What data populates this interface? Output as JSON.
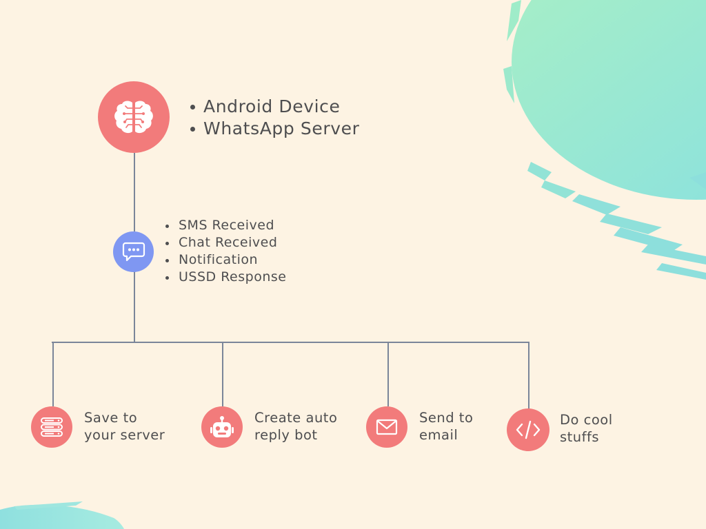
{
  "colors": {
    "background": "#fdf3e3",
    "node_coral": "#f27b7b",
    "node_blue": "#7f97f2",
    "connector": "#7a8599",
    "text": "#4e4e50",
    "brush_teal": "#8fe3dc",
    "brush_green": "#a5ecc6"
  },
  "source": {
    "icon": "brain-icon",
    "items": [
      "Android Device",
      "WhatsApp Server"
    ]
  },
  "trigger": {
    "icon": "chat-bubble-icon",
    "items": [
      "SMS Received",
      "Chat Received",
      "Notification",
      "USSD Response"
    ]
  },
  "actions": [
    {
      "icon": "server-stack-icon",
      "line1": "Save to",
      "line2": "your server"
    },
    {
      "icon": "robot-icon",
      "line1": "Create auto",
      "line2": "reply bot"
    },
    {
      "icon": "envelope-icon",
      "line1": "Send to",
      "line2": "email"
    },
    {
      "icon": "code-icon",
      "line1": "Do cool",
      "line2": "stuffs"
    }
  ]
}
